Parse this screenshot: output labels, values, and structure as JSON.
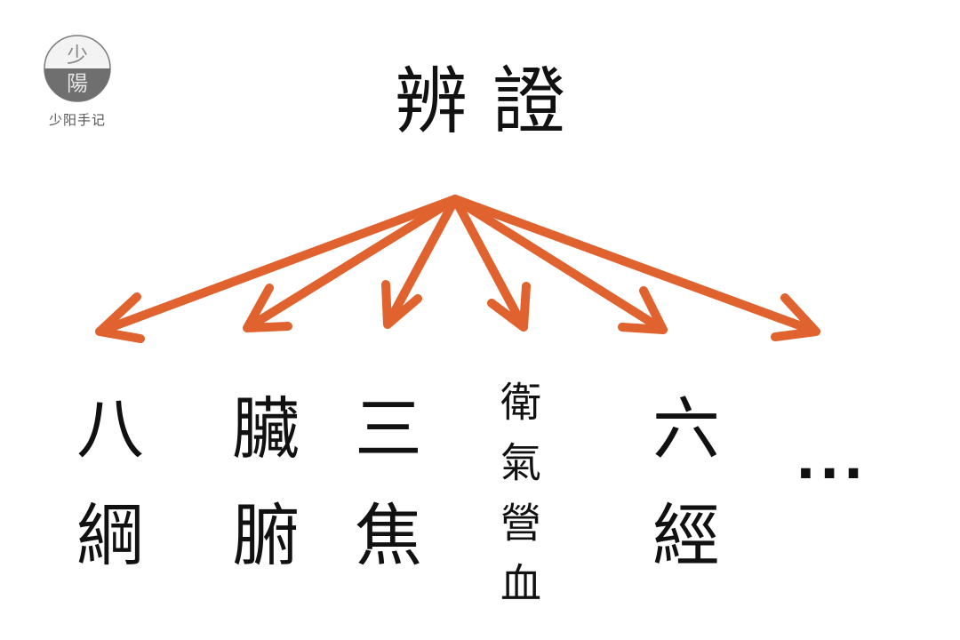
{
  "brand": {
    "logo_text": "少阳手记",
    "seal_glyphs": "少陽",
    "seal_colors": {
      "top": "#f3f3f3",
      "bottom": "#6f6f6f",
      "ring": "#7a7a7a"
    }
  },
  "title": "辨證",
  "arrow_color": "#e0622e",
  "branches": [
    {
      "text": "八綱"
    },
    {
      "text": "臟腑"
    },
    {
      "text": "三焦"
    },
    {
      "text": "衛氣營血"
    },
    {
      "text": "六經"
    }
  ],
  "ellipsis": "..."
}
